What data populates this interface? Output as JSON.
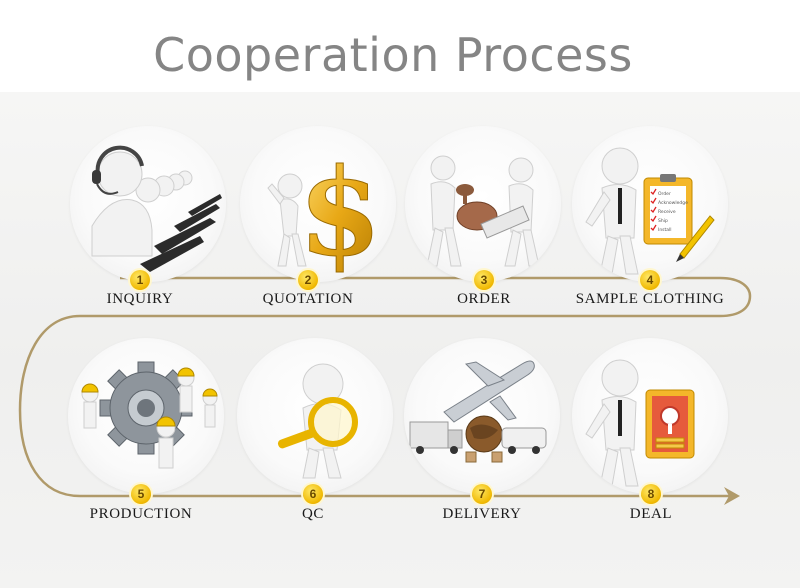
{
  "title": "Cooperation Process",
  "accent_color": "#b09a6a",
  "steps": [
    {
      "number": "1",
      "label": "INQUIRY",
      "icon": "call-center-figures-icon"
    },
    {
      "number": "2",
      "label": "QUOTATION",
      "icon": "dollar-sign-figure-icon"
    },
    {
      "number": "3",
      "label": "ORDER",
      "icon": "stamp-document-figures-icon"
    },
    {
      "number": "4",
      "label": "SAMPLE CLOTHING",
      "icon": "checklist-clipboard-figure-icon"
    },
    {
      "number": "5",
      "label": "PRODUCTION",
      "icon": "gear-workers-icon"
    },
    {
      "number": "6",
      "label": "QC",
      "icon": "magnifying-glass-figure-icon"
    },
    {
      "number": "7",
      "label": "DELIVERY",
      "icon": "plane-trucks-globe-icon"
    },
    {
      "number": "8",
      "label": "DEAL",
      "icon": "handshake-board-figure-icon"
    }
  ],
  "checklist_items": [
    "Order",
    "Acknowledge",
    "Receive",
    "Ship",
    "Install"
  ]
}
